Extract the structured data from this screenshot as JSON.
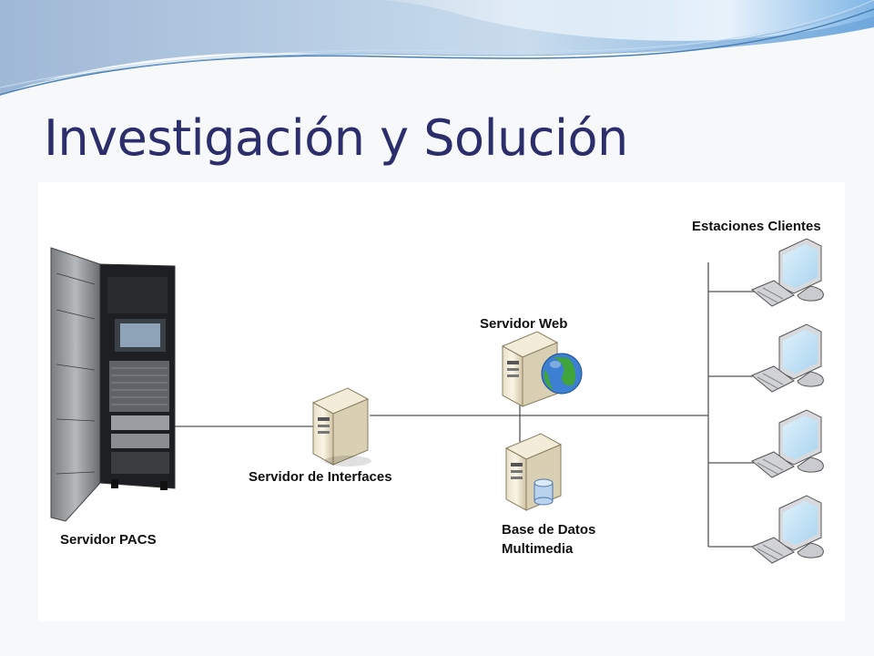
{
  "slide": {
    "title": "Investigación y Solución"
  },
  "diagram": {
    "nodes": {
      "pacs": "Servidor PACS",
      "interfaces": "Servidor de Interfaces",
      "web": "Servidor Web",
      "database_line1": "Base de Datos",
      "database_line2": "Multimedia",
      "clients": "Estaciones Clientes"
    },
    "client_count": 4,
    "icons": [
      "server-rack-icon",
      "server-tower-icon",
      "globe-icon",
      "database-cylinder-icon",
      "monitor-icon",
      "keyboard-icon"
    ]
  },
  "colors": {
    "title": "#2b2e6b",
    "wave_blue": "#5b9bd5",
    "line": "#555555"
  }
}
